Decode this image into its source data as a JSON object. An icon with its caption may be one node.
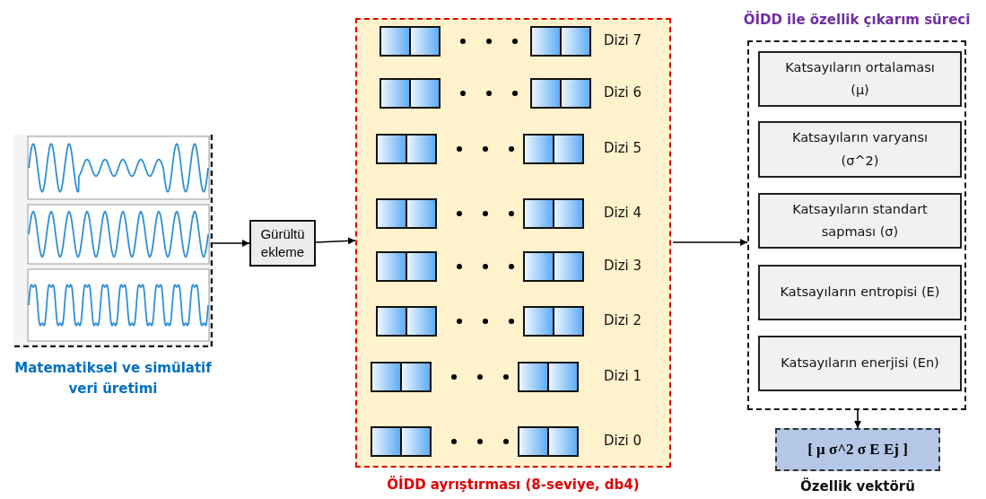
{
  "diagram": {
    "nodes": [
      {
        "text": [
          "Matematiksel ve simülatif veri üretimi"
        ]
      },
      {
        "text": [
          "Gürültü ekleme"
        ]
      },
      {
        "text": [
          "ÖİDD ayrıştırması (8-seviye, db4)"
        ]
      },
      {
        "text": [
          "ÖİDD ile özellik çıkarım süreci"
        ]
      },
      {
        "text": [
          "Katsayıların ortalaması (μ)"
        ],
        "in": 3
      },
      {
        "text": [
          "Katsayıların varyansı (σ^2)"
        ],
        "in": 3
      },
      {
        "text": [
          "Katsayıların standart sapması (σ)"
        ],
        "in": 3
      },
      {
        "text": [
          "Katsayıların entropisi (E)"
        ],
        "in": 3
      },
      {
        "text": [
          "Katsayıların enerjisi (En)"
        ],
        "in": 3
      },
      {
        "text": [
          "[ μ σ^2 σ E Ej ]"
        ],
        "beside": [
          "Özellik vektörü"
        ]
      }
    ],
    "edges": [
      {
        "from": 0,
        "to": 1,
        "arrow": "to"
      },
      {
        "from": 1,
        "to": 2,
        "arrow": "to"
      },
      {
        "from": 2,
        "to": 3,
        "arrow": "to"
      },
      {
        "from": 3,
        "to": 9,
        "arrow": "to"
      }
    ],
    "labels": [
      "Dizi 7",
      "Dizi 6",
      "Dizi 5",
      "Dizi 4",
      "Dizi 3",
      "Dizi 2",
      "Dizi 1",
      "Dizi 0"
    ]
  }
}
